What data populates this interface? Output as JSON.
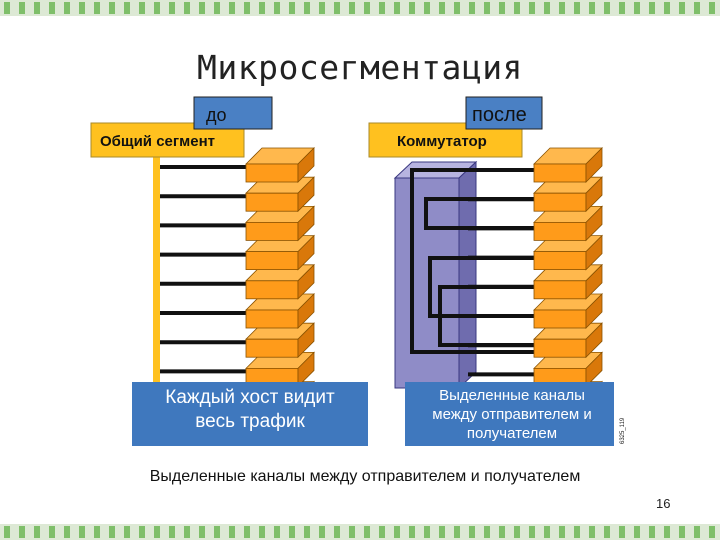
{
  "title": "Микросегментация",
  "left": {
    "badge": "до",
    "header": "Общий сегмент",
    "footer_lines": [
      "Каждый хост видит",
      "весь трафик"
    ]
  },
  "right": {
    "badge": "после",
    "header": "Коммутатор",
    "footer_lines": [
      "Выделенные каналы",
      "между отправителем и",
      "получателем"
    ]
  },
  "figure_code": "6325_119",
  "caption": "Выделенные каналы между отправителем и получателем",
  "page_number": "16",
  "colors": {
    "orange": "#ff9b1a",
    "yellow": "#ffc11f",
    "blue": "#3f78be",
    "badge_blue": "#4a80c4",
    "switch_purple": "#8f8cc7",
    "green_band": "#7fbf6a"
  },
  "hosts_per_side": 10,
  "icons": [
    "host-block-icon",
    "switch-body-icon"
  ]
}
